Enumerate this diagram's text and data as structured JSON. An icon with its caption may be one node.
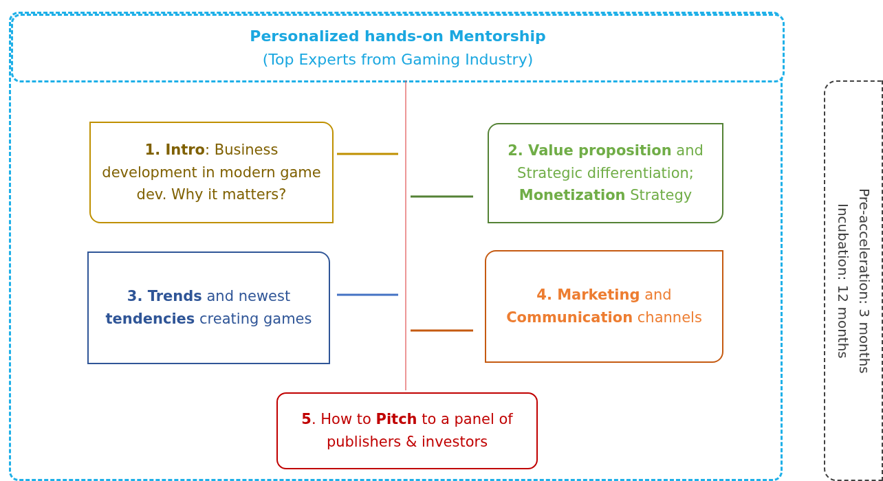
{
  "diagram": {
    "nodes": [
      {
        "text": [],
        "shape": "box"
      },
      {
        "text": [
          "Personalized hands-on Mentorship",
          "(Top Experts from Gaming Industry)"
        ],
        "in": 0
      },
      {
        "text": [
          "**1. Intro**: Business development in modern game dev. Why it matters?"
        ],
        "in": 0
      },
      {
        "text": [
          "**2. Value proposition** and Strategic differentiation; **Monetization** Strategy"
        ],
        "in": 0
      },
      {
        "text": [
          "**3. Trends** and newest **tendencies** creating games"
        ],
        "in": 0
      },
      {
        "text": [
          "**4. Marketing** and **Communication** channels"
        ],
        "in": 0
      },
      {
        "text": [
          "**5**. How to **Pitch** to a panel of publishers & investors"
        ],
        "in": 0
      },
      {
        "text": [
          "Pre-acceleration: 3 months",
          "Incubation: 12 months"
        ]
      }
    ],
    "edges": [
      {
        "from": 1,
        "to": 6,
        "arrow": "none",
        "color": "#e05050"
      }
    ]
  }
}
